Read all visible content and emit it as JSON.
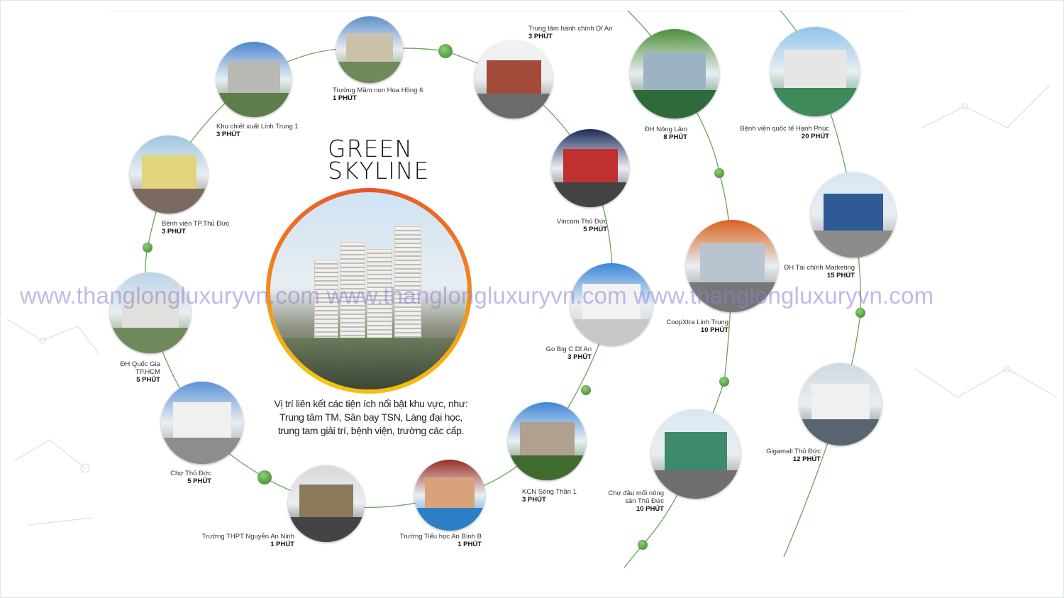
{
  "title": {
    "line1": "GREEN",
    "line2": "SKYLINE"
  },
  "description": [
    "Vị trí liên kết các tiện ích nổi bật khu vực, như:",
    "Trung tâm TM, Sân bay TSN, Làng đại học,",
    "trung tam giải trí, bệnh viện, trường các cấp."
  ],
  "watermark": "www.thanglongluxuryvn.com www.thanglongluxuryvn.com www.thanglongluxuryvn.com",
  "colors": {
    "line": "#5a9a4a",
    "dot": "#4f9a3c",
    "ring_outer": "#e8552a",
    "ring_inner": "#f6b80f",
    "watermark": "#8c82d2"
  },
  "places": [
    {
      "name": "Trường Mầm non Hoa Hồng 6",
      "time": "1 PHÚT"
    },
    {
      "name": "Trung tâm hành chính Dĩ An",
      "time": "3 PHÚT"
    },
    {
      "name": "Khu chiết xuất Linh Trung 1",
      "time": "3 PHÚT"
    },
    {
      "name": "Bệnh viện TP.Thủ Đức",
      "time": "3 PHÚT"
    },
    {
      "name": "ĐH Quốc Gia\nTP.HCM",
      "time": "5 PHÚT"
    },
    {
      "name": "Chợ Thủ Đức",
      "time": "5 PHÚT"
    },
    {
      "name": "Trường THPT Nguyễn An Ninh",
      "time": "1 PHÚT"
    },
    {
      "name": "Trường Tiểu học An Bình B",
      "time": "1 PHÚT"
    },
    {
      "name": "KCN Sóng Thần 1",
      "time": "3 PHÚT"
    },
    {
      "name": "Go Big C Dĩ An",
      "time": "3 PHÚT"
    },
    {
      "name": "Vincom Thủ Đức",
      "time": "5 PHÚT"
    },
    {
      "name": "ĐH Nông Lâm",
      "time": "8 PHÚT"
    },
    {
      "name": "Bệnh viện quốc tế Hạnh Phúc",
      "time": "20 PHÚT"
    },
    {
      "name": "CoopXtra Linh Trung",
      "time": "10 PHÚT"
    },
    {
      "name": "ĐH Tài chính Marketing",
      "time": "15 PHÚT"
    },
    {
      "name": "Chợ đầu mối nông\nsản Thủ Đức",
      "time": "10 PHÚT"
    },
    {
      "name": "Gigamall Thủ Đức",
      "time": "12 PHÚT"
    }
  ]
}
